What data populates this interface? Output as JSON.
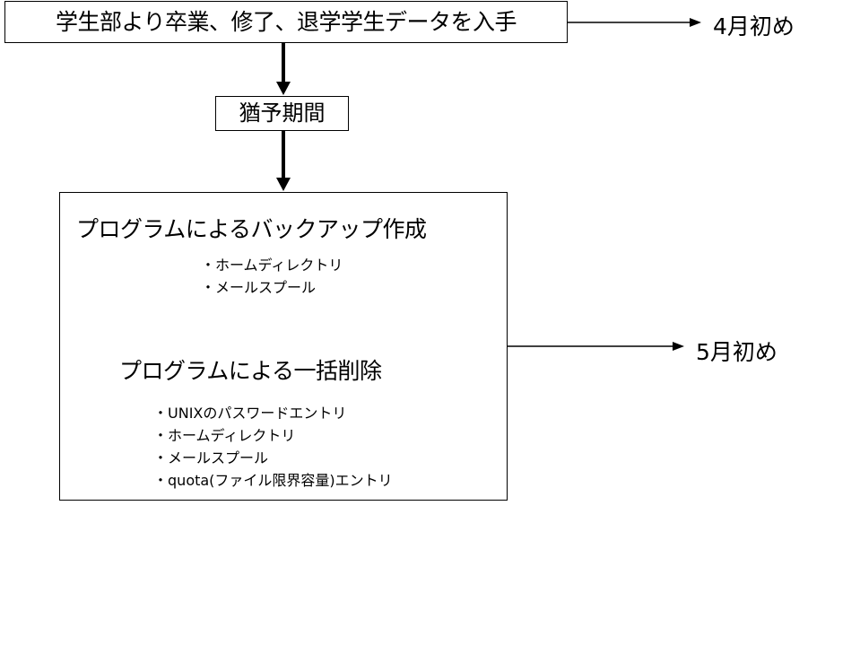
{
  "title_box": "学生部より卒業、修了、退学学生データを入手",
  "grace_box": "猶予期間",
  "main_box": {
    "backup_heading": "プログラムによるバックアップ作成",
    "backup_items": [
      "ホームディレクトリ",
      "メールスプール"
    ],
    "delete_heading": "プログラムによる一括削除",
    "delete_items": [
      "UNIXのパスワードエントリ",
      "ホームディレクトリ",
      "メールスプール",
      "quota(ファイル限界容量)エントリ"
    ]
  },
  "timing": {
    "april": "4月初め",
    "may": "5月初め"
  }
}
